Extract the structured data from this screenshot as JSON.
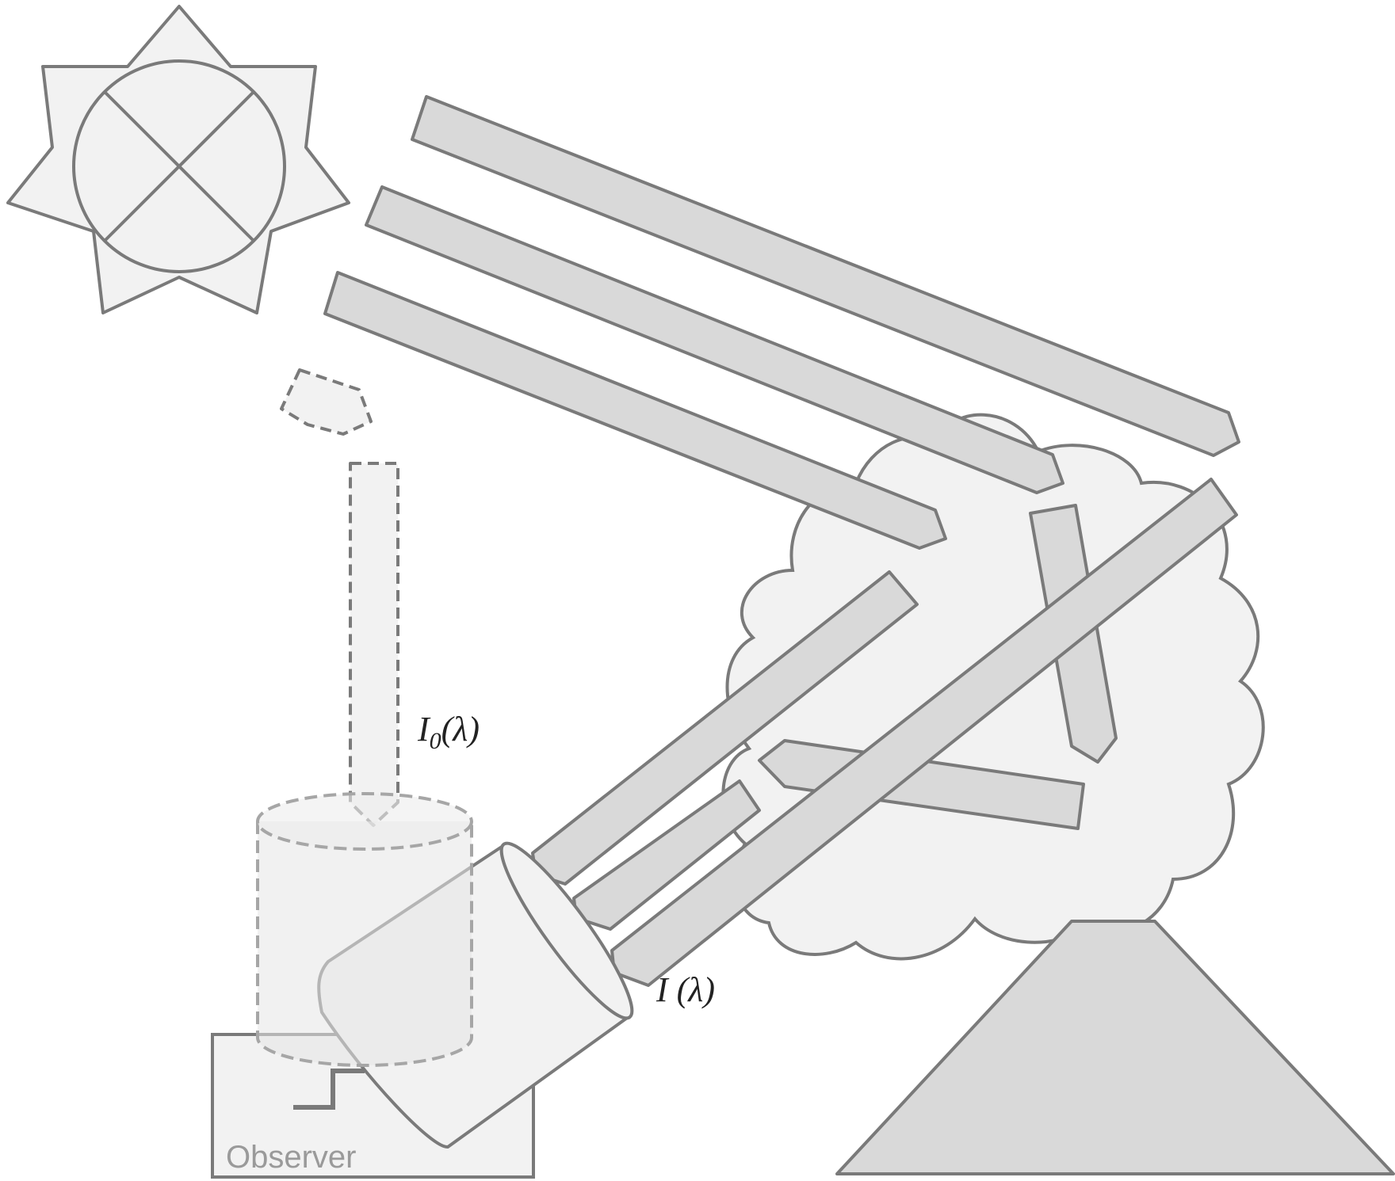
{
  "labels": {
    "i0_main": "I",
    "i0_sub": "0",
    "i0_rest": "(λ)",
    "i_main": "I (λ)",
    "observer": "Observer"
  },
  "colors": {
    "stroke": "#7a7a7a",
    "beam_fill": "#d9d9d9",
    "light_fill": "#f2f2f2",
    "dashed_stroke": "#a6a6a6",
    "volcano_fill": "#d9d9d9"
  },
  "icons": {
    "sun": "sun-icon",
    "cloud": "plume-cloud",
    "volcano": "volcano-icon",
    "telescope": "telescope-icon"
  }
}
